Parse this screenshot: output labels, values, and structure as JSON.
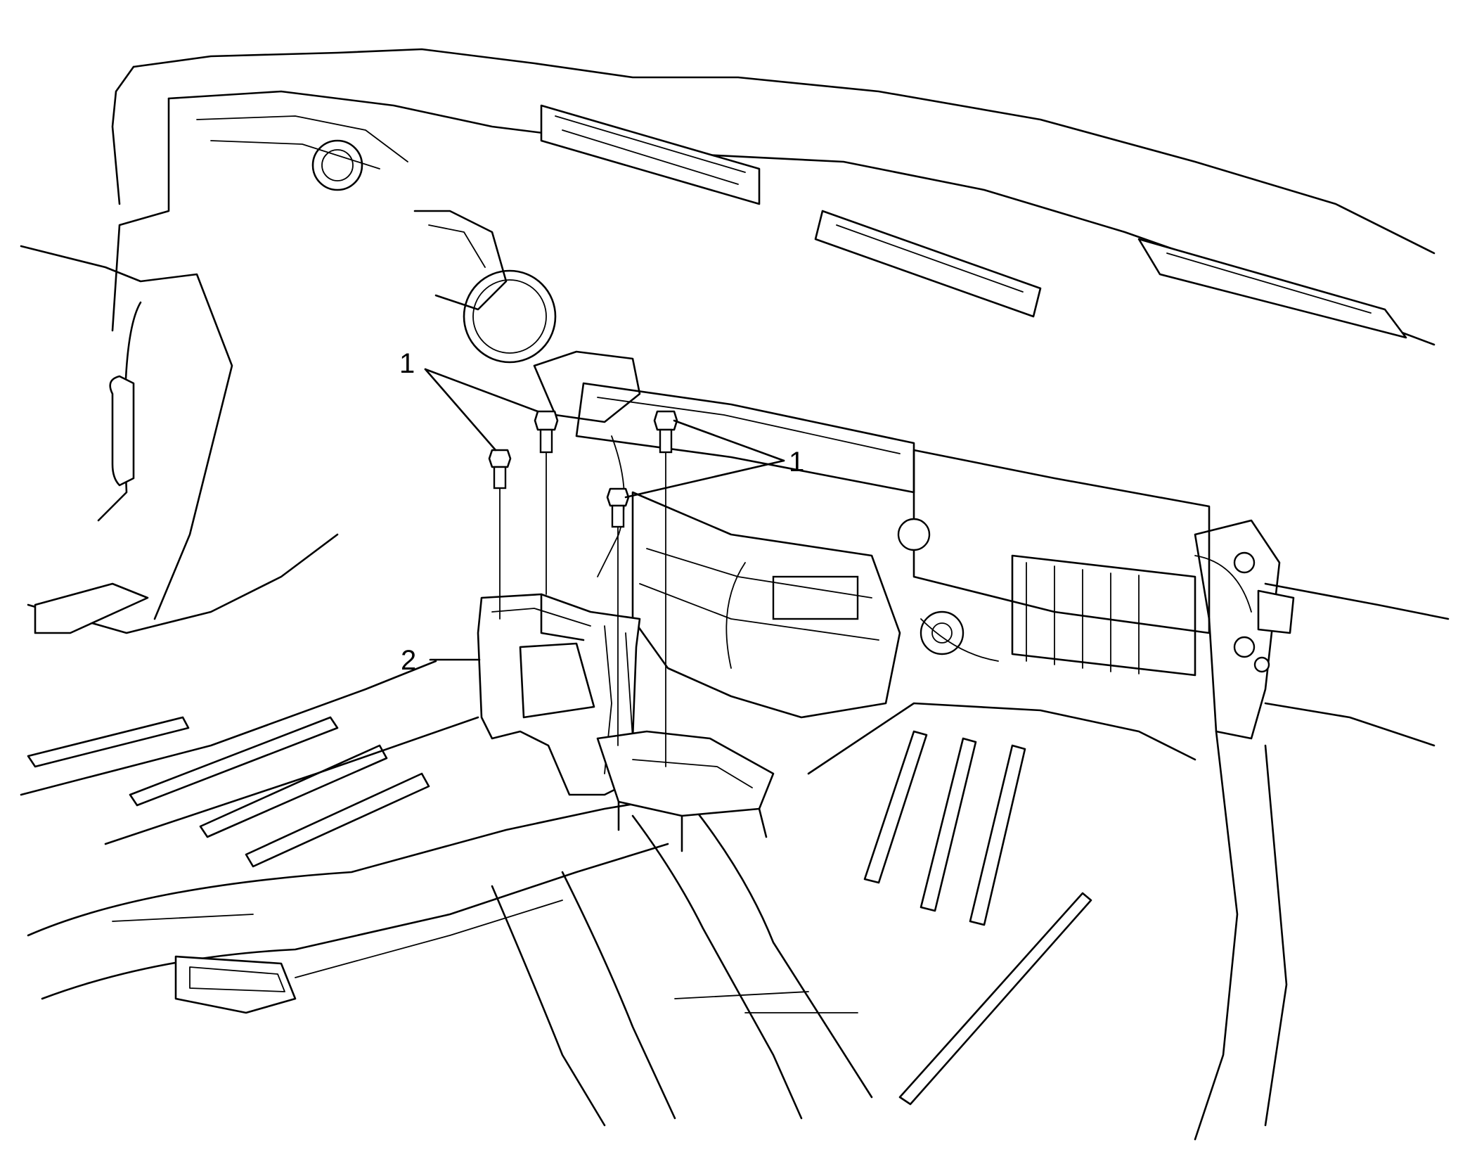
{
  "callouts": [
    {
      "label": "1"
    },
    {
      "label": "1"
    },
    {
      "label": "2"
    }
  ]
}
